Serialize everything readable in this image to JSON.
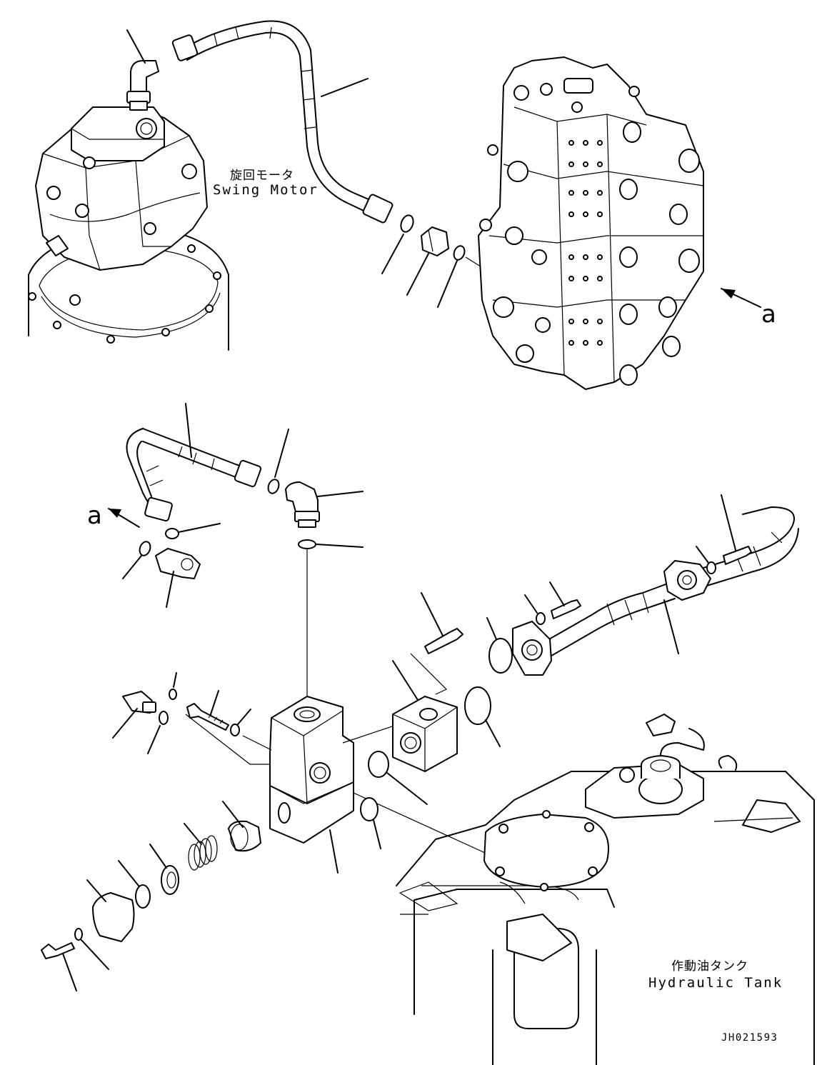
{
  "labels": {
    "swing_motor_jp": "旋回モータ",
    "swing_motor_en": "Swing Motor",
    "hydraulic_tank_jp": "作動油タンク",
    "hydraulic_tank_en": "Hydraulic Tank",
    "ref_arrow_a_right": "a",
    "ref_arrow_a_left": "a",
    "drawing_code": "JH021593"
  }
}
